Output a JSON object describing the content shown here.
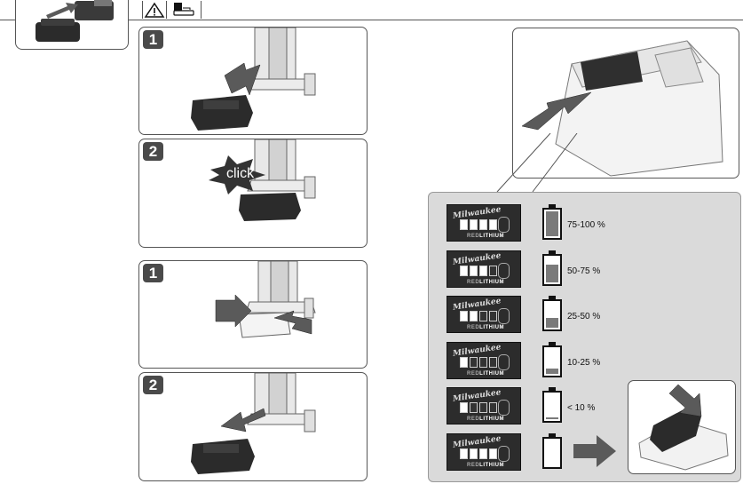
{
  "header": {
    "warning_icon": "warning-triangle-icon",
    "charger_icon": "charger-icon"
  },
  "install": {
    "step1": "1",
    "step2": "2",
    "click_text": "click"
  },
  "remove": {
    "step1": "1",
    "step2": "2"
  },
  "fuel_gauge": {
    "card_logo": "Milwaukee",
    "card_label_red": "RED",
    "card_label": "LITHIUM",
    "levels": [
      {
        "label": "75-100 %",
        "leds_on": 4,
        "fill": 1.0
      },
      {
        "label": "50-75 %",
        "leds_on": 3,
        "fill": 0.7
      },
      {
        "label": "25-50 %",
        "leds_on": 2,
        "fill": 0.4
      },
      {
        "label": "10-25 %",
        "leds_on": 1,
        "fill": 0.2
      },
      {
        "label": "< 10 %",
        "leds_on": 1,
        "fill": 0.07
      },
      {
        "label": "",
        "leds_on": 4,
        "fill": 0
      }
    ]
  },
  "colors": {
    "dark_battery": "#2b2b2b",
    "panel_grey": "#d9d9d9",
    "arrow_grey": "#5a5a5a"
  }
}
